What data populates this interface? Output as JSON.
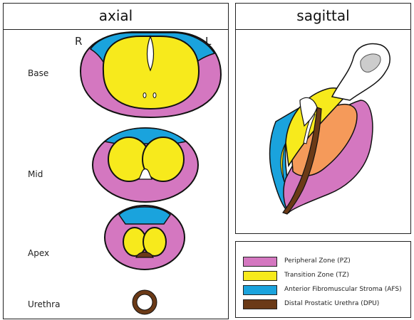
{
  "axial": {
    "title": "axial",
    "right_marker": "R",
    "left_marker": "L",
    "levels": [
      "Base",
      "Mid",
      "Apex",
      "Urethra"
    ]
  },
  "sagittal": {
    "title": "sagittal"
  },
  "legend": {
    "items": [
      {
        "label": "Peripheral Zone (PZ)",
        "color": "#d477c0"
      },
      {
        "label": "Transition Zone (TZ)",
        "color": "#f7ea1c"
      },
      {
        "label": "Anterior Fibromuscular Stroma (AFS)",
        "color": "#1aa3dd"
      },
      {
        "label": "Distal Prostatic Urethra (DPU)",
        "color": "#6b3a17"
      }
    ]
  },
  "colors": {
    "pz": "#d477c0",
    "tz": "#f7ea1c",
    "afs": "#1aa3dd",
    "dpu": "#6b3a17",
    "cz": "#f59a5a"
  }
}
